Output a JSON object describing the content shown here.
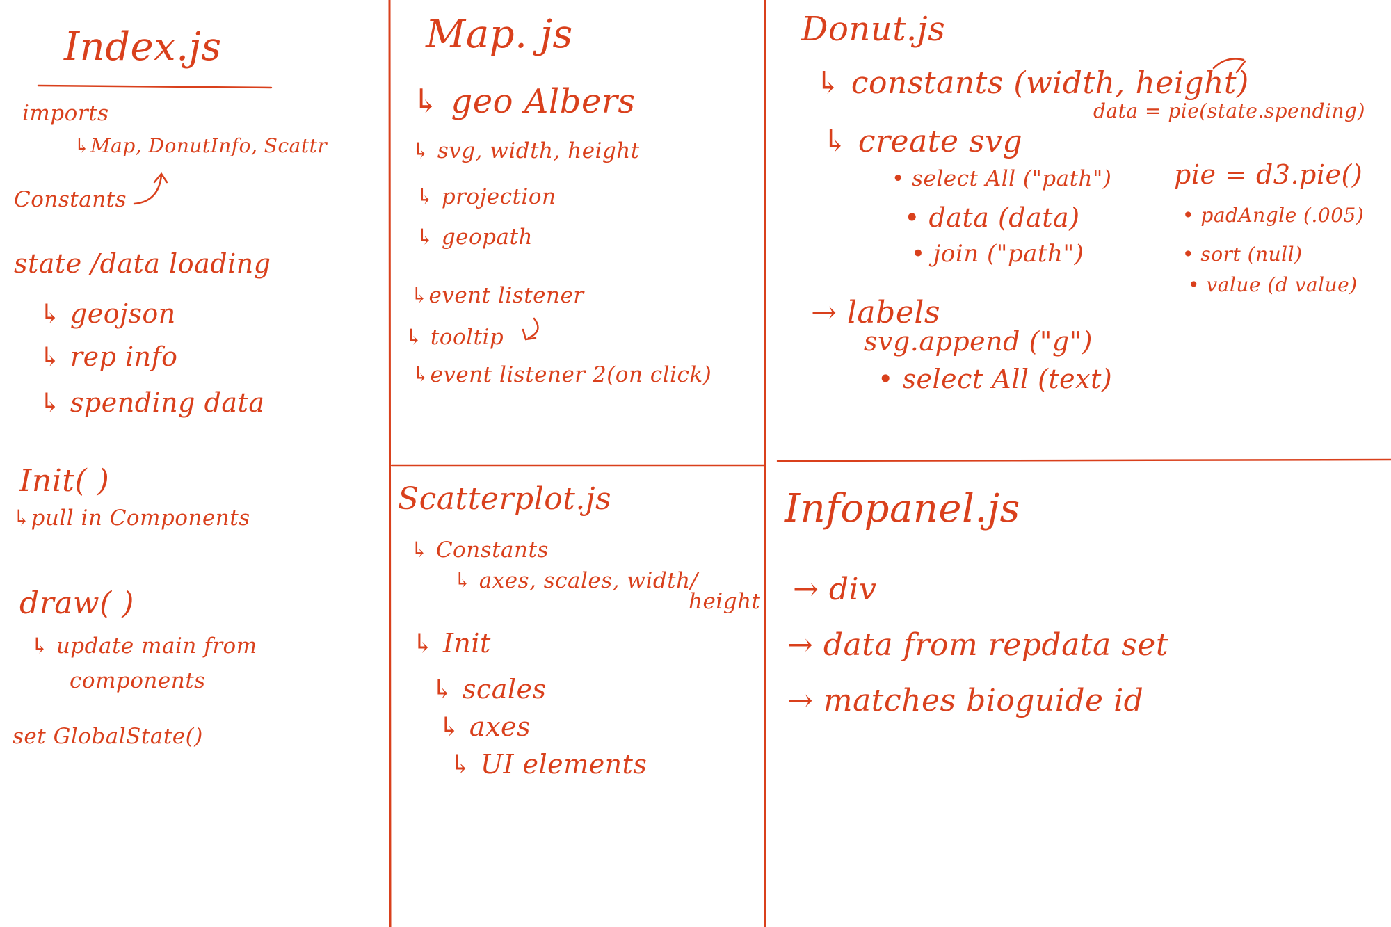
{
  "colors": {
    "ink": "#d9401c",
    "paper": "#ffffff"
  },
  "index": {
    "title": "Index.js",
    "imports": "imports",
    "imports_list": "↳Map, DonutInfo, Scattr",
    "constants": "Constants",
    "state": "state /data loading",
    "geojson": "↳ geojson",
    "rep_info": "↳ rep info",
    "spending": "↳ spending data",
    "init": "Init( )",
    "pull": "↳pull in Components",
    "draw": "draw( )",
    "update_1": "↳ update main from",
    "update_2": "components",
    "set_global": "set GlobalState()"
  },
  "map": {
    "title": "Map. js",
    "geo_albers": "↳ geo Albers",
    "svg": "↳ svg, width, height",
    "projection": "↳ projection",
    "geopath": "↳ geopath",
    "event_listener": "↳event listener",
    "tooltip": "↳ tooltip",
    "event_listener_2": "↳event listener 2(on click)"
  },
  "scatter": {
    "title": "Scatterplot.js",
    "constants": "↳ Constants",
    "axes_scales": "↳ axes, scales, width/",
    "height": "height",
    "init": "↳ Init",
    "scales": "↳ scales",
    "axes": "↳ axes",
    "ui": "↳ UI elements"
  },
  "donut": {
    "title": "Donut.js",
    "constants": "↳ constants (width, height)",
    "data_pie": "data = pie(state.spending)",
    "create_svg": "↳ create svg",
    "select_all": "• select All (\"path\")",
    "data": "• data (data)",
    "join": "• join (\"path\")",
    "pie": "pie = d3.pie()",
    "pad_angle": "• padAngle (.005)",
    "sort": "• sort (null)",
    "value": "• value (d value)",
    "labels": "→ labels",
    "svg_append": "svg.append (\"g\")",
    "select_text": "• select All (text)"
  },
  "infopanel": {
    "title": "Infopanel.js",
    "div": "→ div",
    "data_from": "→ data from repdata set",
    "matches": "→ matches bioguide id"
  }
}
